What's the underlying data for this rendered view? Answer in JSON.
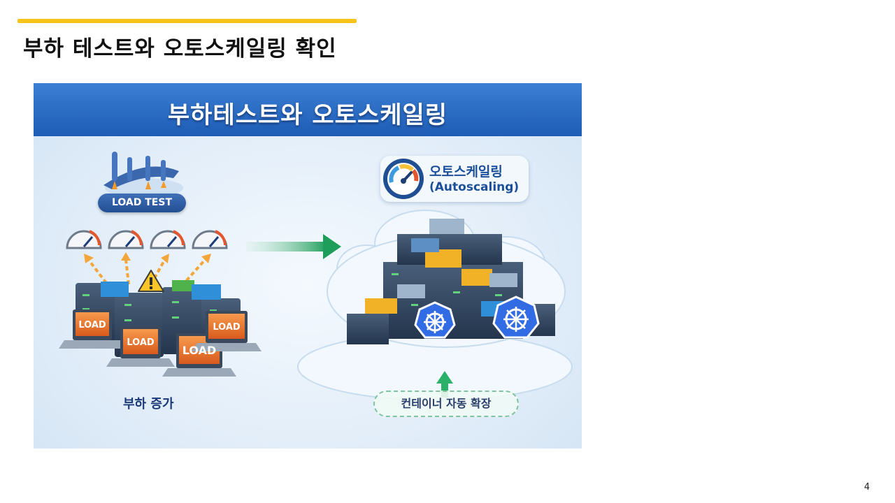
{
  "slide": {
    "title": "부하 테스트와 오토스케일링 확인",
    "page_number": "4",
    "accent_color": "#f6c31a"
  },
  "figure": {
    "banner_title": "부하테스트와 오토스케일링",
    "banner_color": "#1e5cb5",
    "load_test_badge": "LOAD TEST",
    "laptop_labels": [
      "LOAD",
      "LOAD",
      "LOAD",
      "LOAD"
    ],
    "caption_left": "부하 증가",
    "autoscaling_label_ko": "오토스케일링",
    "autoscaling_label_en": "(Autoscaling)",
    "caption_right": "컨테이너 자동 확장",
    "icons": [
      "rocket-icon",
      "speedometer-icon",
      "warning-icon",
      "laptop-icon",
      "server-rack-icon",
      "arrow-right-icon",
      "cloud-icon",
      "kubernetes-icon",
      "gauge-icon",
      "arrow-up-icon"
    ]
  }
}
